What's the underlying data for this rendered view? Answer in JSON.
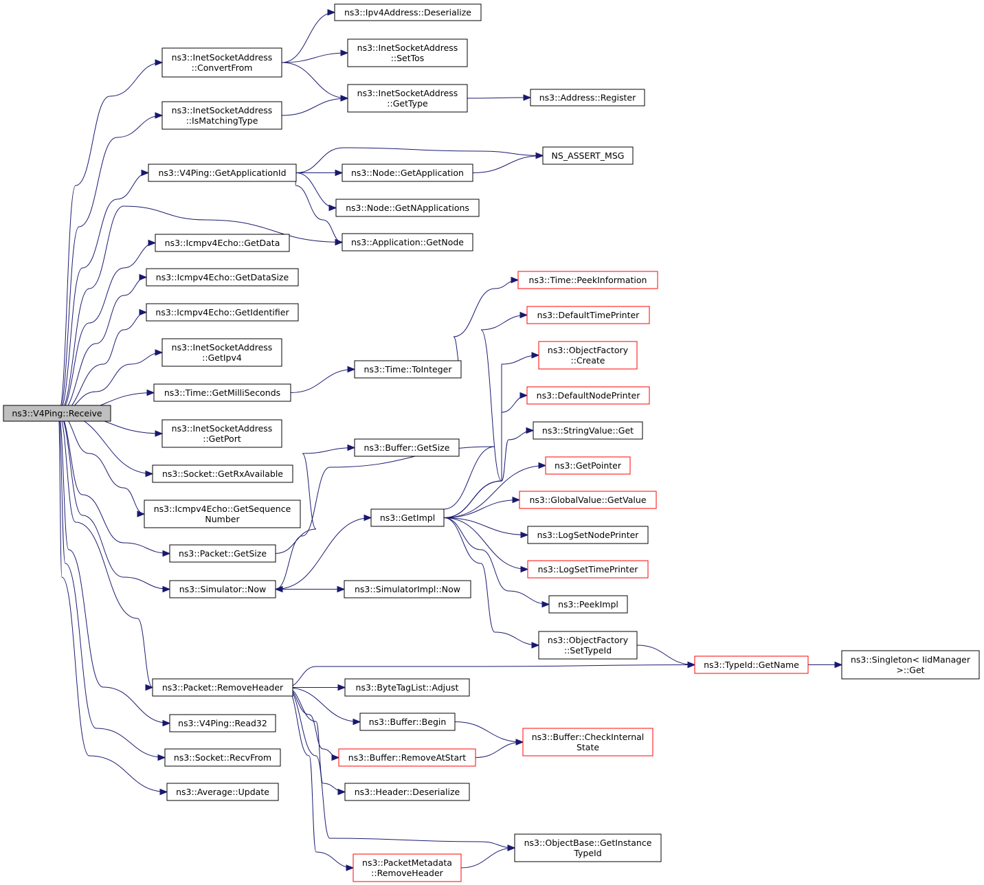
{
  "colors": {
    "edge": "#191970",
    "node_border": "#000000",
    "truncated_node_border": "#ff0000",
    "root_fill": "#bfbfbf"
  },
  "nodes": [
    {
      "id": "root",
      "lines": [
        "ns3::V4Ping::Receive"
      ],
      "style": "root"
    },
    {
      "id": "isa_convert",
      "lines": [
        "ns3::InetSocketAddress",
        "::ConvertFrom"
      ],
      "style": "normal"
    },
    {
      "id": "ipv4_deser",
      "lines": [
        "ns3::Ipv4Address::Deserialize"
      ],
      "style": "normal"
    },
    {
      "id": "isa_settos",
      "lines": [
        "ns3::InetSocketAddress",
        "::SetTos"
      ],
      "style": "normal"
    },
    {
      "id": "isa_gettype",
      "lines": [
        "ns3::InetSocketAddress",
        "::GetType"
      ],
      "style": "normal"
    },
    {
      "id": "addr_reg",
      "lines": [
        "ns3::Address::Register"
      ],
      "style": "normal"
    },
    {
      "id": "isa_match",
      "lines": [
        "ns3::InetSocketAddress",
        "::IsMatchingType"
      ],
      "style": "normal"
    },
    {
      "id": "ns_assert",
      "lines": [
        "NS_ASSERT_MSG"
      ],
      "style": "normal"
    },
    {
      "id": "v4_getappid",
      "lines": [
        "ns3::V4Ping::GetApplicationId"
      ],
      "style": "normal"
    },
    {
      "id": "node_getapp",
      "lines": [
        "ns3::Node::GetApplication"
      ],
      "style": "normal"
    },
    {
      "id": "node_getn",
      "lines": [
        "ns3::Node::GetNApplications"
      ],
      "style": "normal"
    },
    {
      "id": "app_getnode",
      "lines": [
        "ns3::Application::GetNode"
      ],
      "style": "normal"
    },
    {
      "id": "icmp_getdata",
      "lines": [
        "ns3::Icmpv4Echo::GetData"
      ],
      "style": "normal"
    },
    {
      "id": "icmp_getdatasize",
      "lines": [
        "ns3::Icmpv4Echo::GetDataSize"
      ],
      "style": "normal"
    },
    {
      "id": "icmp_getid",
      "lines": [
        "ns3::Icmpv4Echo::GetIdentifier"
      ],
      "style": "normal"
    },
    {
      "id": "time_peek",
      "lines": [
        "ns3::Time::PeekInformation"
      ],
      "style": "red"
    },
    {
      "id": "default_time",
      "lines": [
        "ns3::DefaultTimePrinter"
      ],
      "style": "red"
    },
    {
      "id": "isa_getipv4",
      "lines": [
        "ns3::InetSocketAddress",
        "::GetIpv4"
      ],
      "style": "normal"
    },
    {
      "id": "of_create",
      "lines": [
        "ns3::ObjectFactory",
        "::Create"
      ],
      "style": "red"
    },
    {
      "id": "time_toint",
      "lines": [
        "ns3::Time::ToInteger"
      ],
      "style": "normal"
    },
    {
      "id": "time_getms",
      "lines": [
        "ns3::Time::GetMilliSeconds"
      ],
      "style": "normal"
    },
    {
      "id": "default_node",
      "lines": [
        "ns3::DefaultNodePrinter"
      ],
      "style": "red"
    },
    {
      "id": "isa_getport",
      "lines": [
        "ns3::InetSocketAddress",
        "::GetPort"
      ],
      "style": "normal"
    },
    {
      "id": "sv_get",
      "lines": [
        "ns3::StringValue::Get"
      ],
      "style": "normal"
    },
    {
      "id": "buf_getsize",
      "lines": [
        "ns3::Buffer::GetSize"
      ],
      "style": "normal"
    },
    {
      "id": "sock_rxavail",
      "lines": [
        "ns3::Socket::GetRxAvailable"
      ],
      "style": "normal"
    },
    {
      "id": "getpointer",
      "lines": [
        "ns3::GetPointer"
      ],
      "style": "red"
    },
    {
      "id": "gv_getvalue",
      "lines": [
        "ns3::GlobalValue::GetValue"
      ],
      "style": "red"
    },
    {
      "id": "icmp_getseq",
      "lines": [
        "ns3::Icmpv4Echo::GetSequence",
        "Number"
      ],
      "style": "normal"
    },
    {
      "id": "getimpl",
      "lines": [
        "ns3::GetImpl"
      ],
      "style": "normal"
    },
    {
      "id": "log_node",
      "lines": [
        "ns3::LogSetNodePrinter"
      ],
      "style": "normal"
    },
    {
      "id": "pkt_getsize",
      "lines": [
        "ns3::Packet::GetSize"
      ],
      "style": "normal"
    },
    {
      "id": "log_time",
      "lines": [
        "ns3::LogSetTimePrinter"
      ],
      "style": "red"
    },
    {
      "id": "sim_now",
      "lines": [
        "ns3::Simulator::Now"
      ],
      "style": "normal"
    },
    {
      "id": "simimpl_now",
      "lines": [
        "ns3::SimulatorImpl::Now"
      ],
      "style": "normal"
    },
    {
      "id": "peekimpl",
      "lines": [
        "ns3::PeekImpl"
      ],
      "style": "normal"
    },
    {
      "id": "of_settype",
      "lines": [
        "ns3::ObjectFactory",
        "::SetTypeId"
      ],
      "style": "normal"
    },
    {
      "id": "typeid_getname",
      "lines": [
        "ns3::TypeId::GetName"
      ],
      "style": "red"
    },
    {
      "id": "singleton_get",
      "lines": [
        "ns3::Singleton< IidManager",
        ">::Get"
      ],
      "style": "normal"
    },
    {
      "id": "pkt_removeheader",
      "lines": [
        "ns3::Packet::RemoveHeader"
      ],
      "style": "normal"
    },
    {
      "id": "btl_adjust",
      "lines": [
        "ns3::ByteTagList::Adjust"
      ],
      "style": "normal"
    },
    {
      "id": "buf_begin",
      "lines": [
        "ns3::Buffer::Begin"
      ],
      "style": "normal"
    },
    {
      "id": "buf_check",
      "lines": [
        "ns3::Buffer::CheckInternal",
        "State"
      ],
      "style": "red"
    },
    {
      "id": "v4_read32",
      "lines": [
        "ns3::V4Ping::Read32"
      ],
      "style": "normal"
    },
    {
      "id": "buf_removeatstart",
      "lines": [
        "ns3::Buffer::RemoveAtStart"
      ],
      "style": "red"
    },
    {
      "id": "sock_recvfrom",
      "lines": [
        "ns3::Socket::RecvFrom"
      ],
      "style": "normal"
    },
    {
      "id": "hdr_deser",
      "lines": [
        "ns3::Header::Deserialize"
      ],
      "style": "normal"
    },
    {
      "id": "avg_update",
      "lines": [
        "ns3::Average::Update"
      ],
      "style": "normal"
    },
    {
      "id": "ob_getinst",
      "lines": [
        "ns3::ObjectBase::GetInstance",
        "TypeId"
      ],
      "style": "normal"
    },
    {
      "id": "pm_removeheader",
      "lines": [
        "ns3::PacketMetadata",
        "::RemoveHeader"
      ],
      "style": "red"
    }
  ],
  "edges": [
    {
      "from": "root",
      "to": "isa_convert"
    },
    {
      "from": "root",
      "to": "isa_match"
    },
    {
      "from": "root",
      "to": "v4_getappid"
    },
    {
      "from": "root",
      "to": "app_getnode"
    },
    {
      "from": "root",
      "to": "icmp_getdata"
    },
    {
      "from": "root",
      "to": "icmp_getdatasize"
    },
    {
      "from": "root",
      "to": "icmp_getid"
    },
    {
      "from": "root",
      "to": "isa_getipv4"
    },
    {
      "from": "root",
      "to": "time_getms"
    },
    {
      "from": "root",
      "to": "isa_getport"
    },
    {
      "from": "root",
      "to": "sock_rxavail"
    },
    {
      "from": "root",
      "to": "icmp_getseq"
    },
    {
      "from": "root",
      "to": "pkt_getsize"
    },
    {
      "from": "root",
      "to": "sim_now"
    },
    {
      "from": "root",
      "to": "pkt_removeheader"
    },
    {
      "from": "root",
      "to": "v4_read32"
    },
    {
      "from": "root",
      "to": "sock_recvfrom"
    },
    {
      "from": "root",
      "to": "avg_update"
    },
    {
      "from": "isa_convert",
      "to": "ipv4_deser"
    },
    {
      "from": "isa_convert",
      "to": "isa_settos"
    },
    {
      "from": "isa_convert",
      "to": "isa_gettype"
    },
    {
      "from": "isa_match",
      "to": "isa_gettype"
    },
    {
      "from": "isa_gettype",
      "to": "addr_reg"
    },
    {
      "from": "v4_getappid",
      "to": "ns_assert"
    },
    {
      "from": "v4_getappid",
      "to": "node_getapp"
    },
    {
      "from": "v4_getappid",
      "to": "node_getn"
    },
    {
      "from": "v4_getappid",
      "to": "app_getnode"
    },
    {
      "from": "node_getapp",
      "to": "ns_assert"
    },
    {
      "from": "time_getms",
      "to": "time_toint"
    },
    {
      "from": "time_toint",
      "to": "time_peek"
    },
    {
      "from": "pkt_getsize",
      "to": "buf_getsize"
    },
    {
      "from": "sim_now",
      "to": "getimpl"
    },
    {
      "from": "sim_now",
      "to": "simimpl_now"
    },
    {
      "from": "getimpl",
      "to": "default_time"
    },
    {
      "from": "getimpl",
      "to": "of_create"
    },
    {
      "from": "getimpl",
      "to": "default_node"
    },
    {
      "from": "getimpl",
      "to": "sv_get"
    },
    {
      "from": "getimpl",
      "to": "getpointer"
    },
    {
      "from": "getimpl",
      "to": "gv_getvalue"
    },
    {
      "from": "getimpl",
      "to": "log_node"
    },
    {
      "from": "getimpl",
      "to": "log_time"
    },
    {
      "from": "getimpl",
      "to": "peekimpl"
    },
    {
      "from": "getimpl",
      "to": "of_settype"
    },
    {
      "from": "getimpl",
      "to": "sim_now"
    },
    {
      "from": "of_settype",
      "to": "typeid_getname"
    },
    {
      "from": "typeid_getname",
      "to": "singleton_get"
    },
    {
      "from": "pkt_removeheader",
      "to": "typeid_getname"
    },
    {
      "from": "pkt_removeheader",
      "to": "btl_adjust"
    },
    {
      "from": "pkt_removeheader",
      "to": "buf_begin"
    },
    {
      "from": "pkt_removeheader",
      "to": "buf_removeatstart"
    },
    {
      "from": "pkt_removeheader",
      "to": "hdr_deser"
    },
    {
      "from": "pkt_removeheader",
      "to": "ob_getinst"
    },
    {
      "from": "pkt_removeheader",
      "to": "pm_removeheader"
    },
    {
      "from": "buf_begin",
      "to": "buf_check"
    },
    {
      "from": "buf_removeatstart",
      "to": "buf_check"
    },
    {
      "from": "pm_removeheader",
      "to": "ob_getinst"
    }
  ]
}
